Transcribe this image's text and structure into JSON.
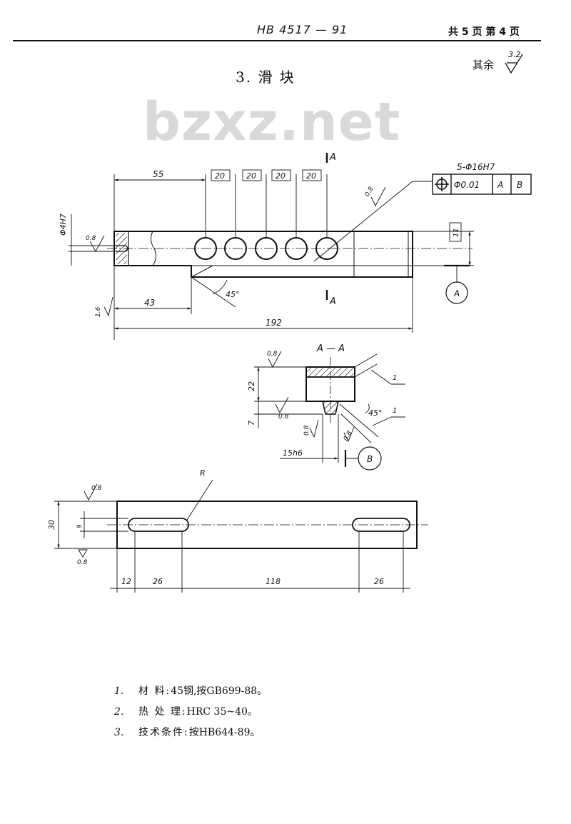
{
  "header": {
    "standard_no": "HB 4517 — 91",
    "page_info": "共 5 页   第 4 页"
  },
  "title": "3.  滑    块",
  "surface_rest": {
    "label": "其余",
    "roughness": "3.2"
  },
  "watermark": "bzxz.net",
  "drawing": {
    "section_marker": "A",
    "hole_callout": "5-Φ16H7",
    "position_tolerance": {
      "symbol": "⌖",
      "value": "Φ0.01",
      "datum1": "A",
      "datum2": "B"
    },
    "top_view_dims": {
      "d55": "55",
      "pitch": [
        "20",
        "20",
        "20",
        "20"
      ],
      "d43": "43",
      "d192": "192",
      "d11": "11",
      "phi4": "Φ4H7",
      "d1_6": "1.6",
      "angle45": "45°",
      "r08": "0.8"
    },
    "datums": {
      "A": "A",
      "B": "B"
    },
    "section_view": {
      "title": "A — A",
      "d22": "22",
      "d7": "7",
      "fit": "15h6",
      "chamfer1": "1",
      "chamfer2": "1",
      "angle": "45°",
      "r08": "0.8"
    },
    "bottom_view": {
      "radius": "R",
      "d30": "30",
      "d9": "9",
      "d12": "12",
      "d26a": "26",
      "d118": "118",
      "d26b": "26",
      "r08": "0.8"
    }
  },
  "notes": [
    {
      "num": "1.",
      "label": "材     料:",
      "value": "45钢,按GB699-88。"
    },
    {
      "num": "2.",
      "label": "热 处 理:",
      "value": "HRC 35~40。"
    },
    {
      "num": "3.",
      "label": "技术条件:",
      "value": "按HB644-89。"
    }
  ]
}
